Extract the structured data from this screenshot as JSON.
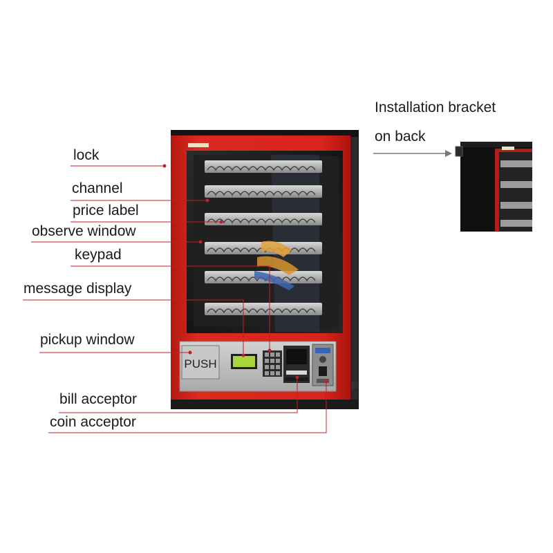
{
  "labels": {
    "lock": "lock",
    "channel": "channel",
    "price_label": "price label",
    "observe_window": "observe window",
    "keypad": "keypad",
    "message_display": "message display",
    "pickup_window": "pickup window",
    "bill_acceptor": "bill acceptor",
    "coin_acceptor": "coin acceptor"
  },
  "inset": {
    "caption_line1": "Installation bracket",
    "caption_line2": "on back"
  },
  "machine": {
    "push_label": "PUSH",
    "colors": {
      "body_red": "#d8241c",
      "leader_red": "#c0202a",
      "panel_gray": "#b9b9b9",
      "window_dark": "#1d1d1d"
    }
  }
}
